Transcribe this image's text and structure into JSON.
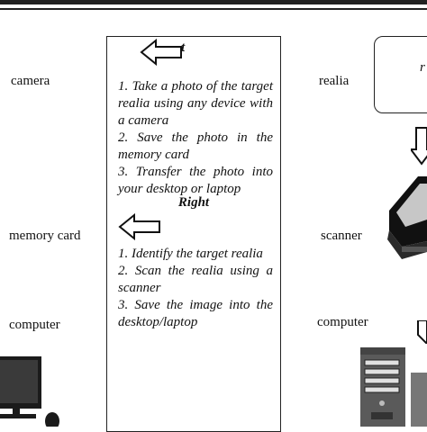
{
  "left_labels": {
    "camera": "camera",
    "memory_card": "memory card",
    "computer": "computer"
  },
  "center": {
    "heading_left_partial": "t",
    "heading_right": "Right",
    "left_steps": [
      "1. Take a photo of the target realia using any device with a camera",
      "2. Save the photo in the memory card",
      "3. Transfer the photo into your desktop or laptop"
    ],
    "right_steps": [
      "1. Identify the target realia",
      "2. Scan the realia using a scanner",
      "3. Save the image into the desktop/laptop"
    ]
  },
  "right_labels": {
    "realia": "realia",
    "scanner": "scanner",
    "computer": "computer"
  },
  "realia_box_text": "r"
}
